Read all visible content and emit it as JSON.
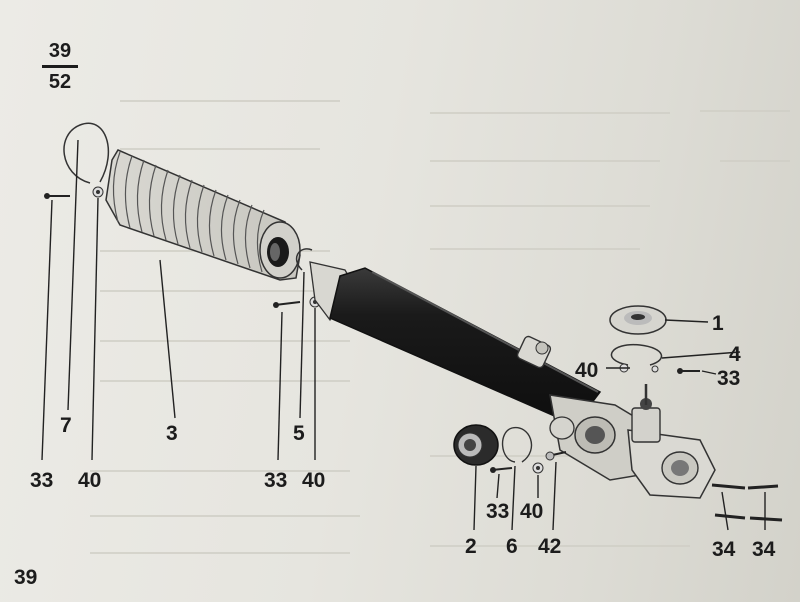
{
  "page": {
    "fraction_top": "39",
    "fraction_bottom": "52",
    "page_number": "39"
  },
  "callouts": {
    "c1": "1",
    "c4": "4",
    "c33a": "33",
    "c40a": "40",
    "c7": "7",
    "c3": "3",
    "c5": "5",
    "c33b": "33",
    "c40b": "40",
    "c33c": "33",
    "c40c": "40",
    "c2": "2",
    "c6": "6",
    "c33d": "33",
    "c40d": "40",
    "c42": "42",
    "c34a": "34",
    "c34b": "34"
  }
}
